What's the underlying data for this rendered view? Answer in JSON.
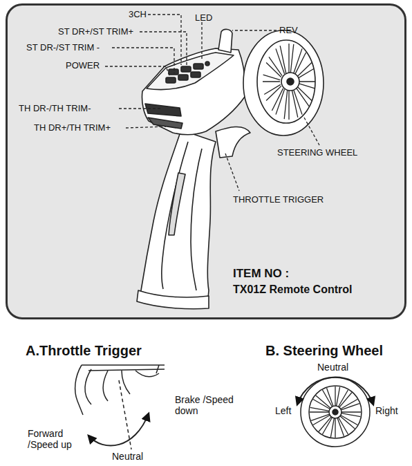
{
  "diagram": {
    "nodes": [
      {
        "text": [
          "ITEM NO :",
          "TX01Z Remote Control"
        ]
      }
    ],
    "labels": [
      "3CH",
      "LED",
      "ST DR+/ST TRIM+",
      "ST DR-/ST TRIM -",
      "REV",
      "POWER",
      "TH DR-/TH TRIM-",
      "TH DR+/TH TRIM+",
      "STEERING WHEEL",
      "THROTTLE TRIGGER",
      "A.Throttle Trigger",
      "B. Steering Wheel",
      "Brake /Speed down",
      "Forward /Speed up",
      "Neutral",
      "Neutral",
      "Left",
      "Right"
    ]
  }
}
